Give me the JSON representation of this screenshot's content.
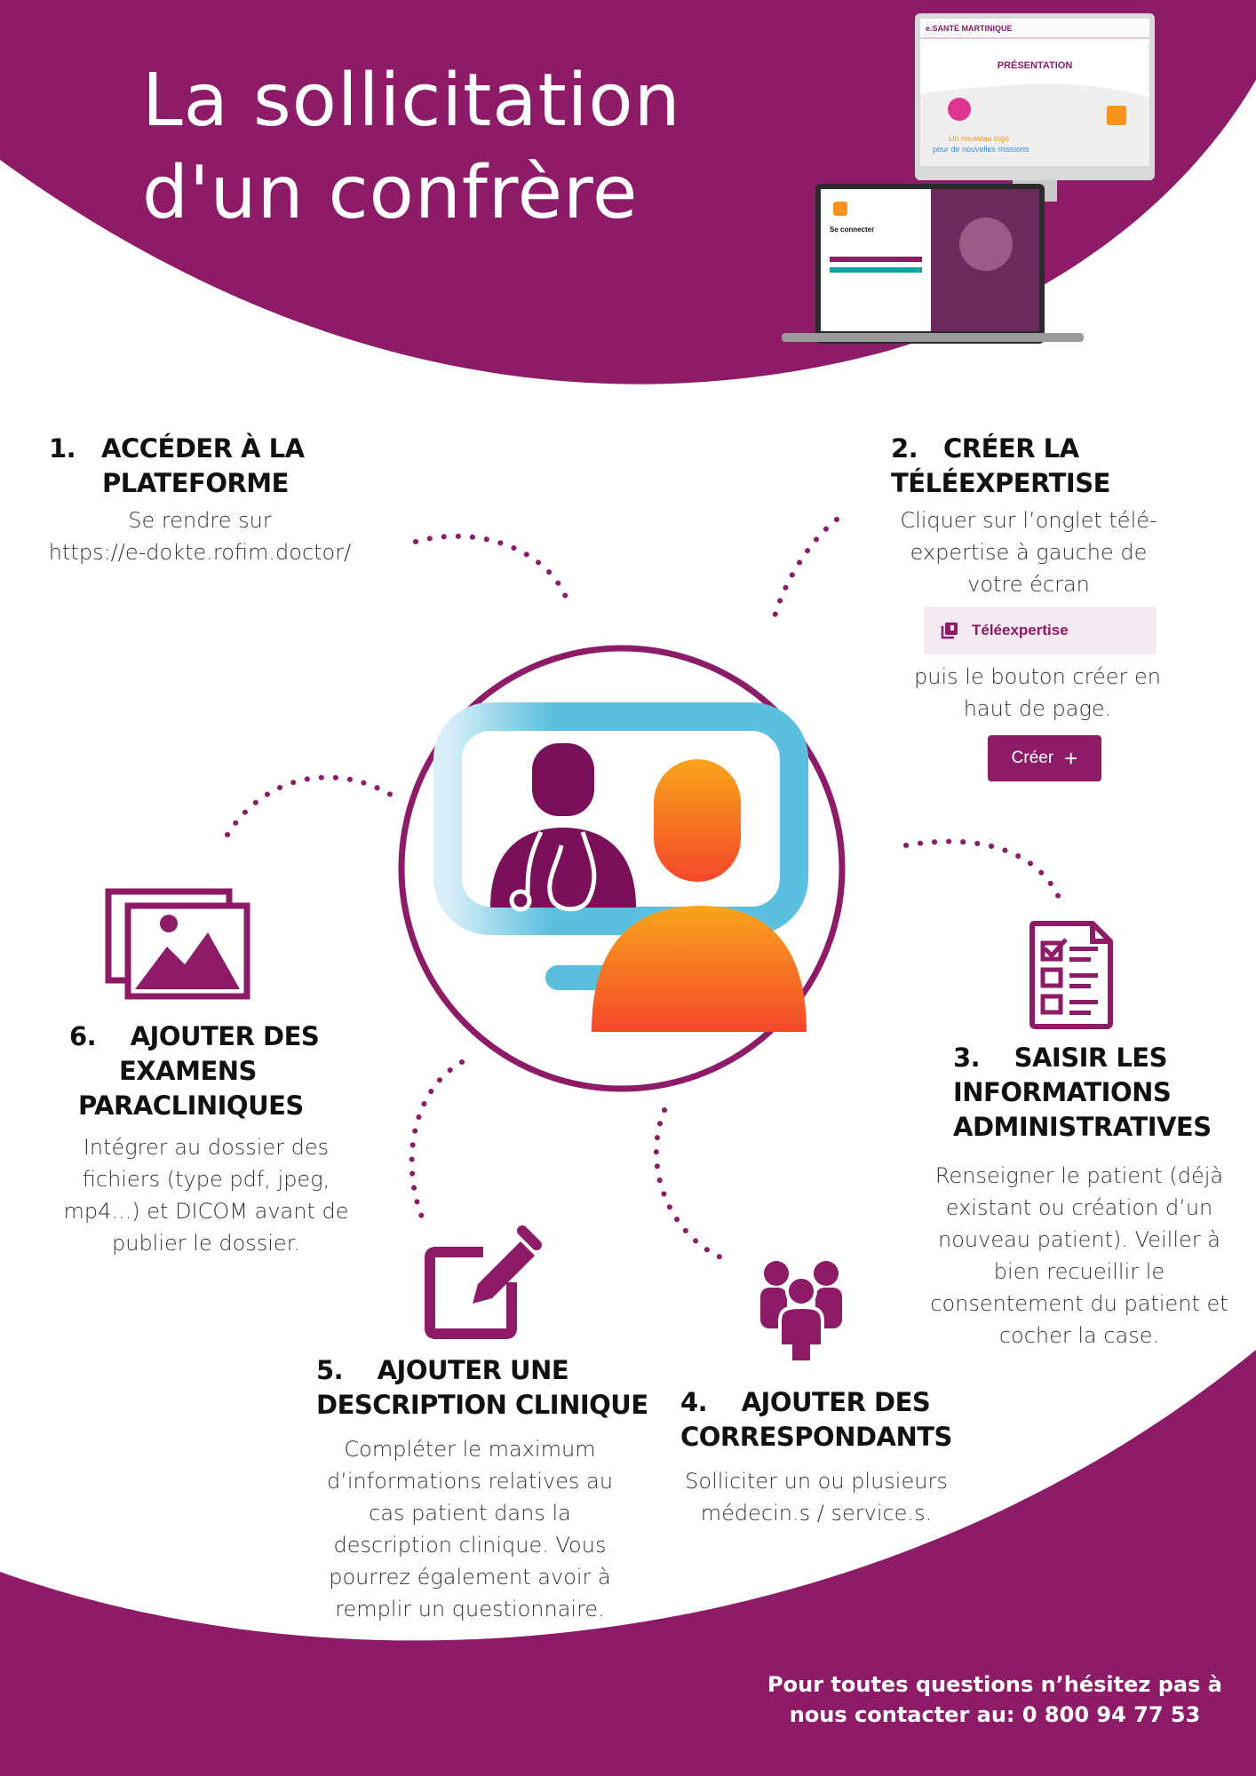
{
  "title": {
    "line1": "La sollicitation",
    "line2": "d'un confrère"
  },
  "colors": {
    "brand_purple": "#8d1b67",
    "dark_purple": "#7a0f5a",
    "orange": "#f7931e",
    "red_orange": "#f4472b",
    "light_blue": "#5bc0de",
    "white": "#ffffff"
  },
  "mockup": {
    "logo": "e.SANTÉ MARTINIQUE",
    "desktop_heading": "PRÉSENTATION",
    "desktop_tagline1": "Un nouveau logo",
    "desktop_tagline2": "pour de nouvelles missions",
    "laptop_heading": "Se connecter"
  },
  "steps": [
    {
      "num": "1.",
      "title1": "ACCÉDER À LA",
      "title2": "PLATEFORME",
      "text1": "Se rendre sur",
      "text2": "https://e-dokte.rofim.doctor/"
    },
    {
      "num": "2.",
      "title1": "CRÉER LA",
      "title2": "TÉLÉEXPERTISE",
      "text1": "Cliquer sur l’onglet télé-",
      "text2": "expertise à gauche de",
      "text3": "votre écran",
      "button_label": "Téléexpertise",
      "text4": "puis le bouton créer en",
      "text5": "haut de page.",
      "create_label": "Créer",
      "create_icon": "plus-icon"
    },
    {
      "num": "3.",
      "title1": "SAISIR LES",
      "title2": "INFORMATIONS",
      "title3": "ADMINISTRATIVES",
      "text1": "Renseigner le patient (déjà",
      "text2": "existant ou création d’un",
      "text3": "nouveau patient). Veiller à",
      "text4": "bien recueillir le",
      "text5": "consentement du patient et",
      "text6": "cocher la case.",
      "icon": "checklist-icon"
    },
    {
      "num": "4.",
      "title1": "AJOUTER DES",
      "title2": "CORRESPONDANTS",
      "text1": "Solliciter un ou plusieurs",
      "text2": "médecin.s / service.s.",
      "icon": "group-icon"
    },
    {
      "num": "5.",
      "title1": "AJOUTER UNE",
      "title2": "DESCRIPTION CLINIQUE",
      "text1": "Compléter le maximum",
      "text2": "d’informations relatives au",
      "text3": "cas patient dans la",
      "text4": "description clinique. Vous",
      "text5": "pourrez également avoir à",
      "text6": "remplir un questionnaire.",
      "icon": "edit-icon"
    },
    {
      "num": "6.",
      "title1": "AJOUTER DES",
      "title2": "EXAMENS",
      "title3": "PARACLINIQUES",
      "text1": "Intégrer au dossier des",
      "text2": "fichiers (type pdf, jpeg,",
      "text3": "mp4...) et DICOM  avant de",
      "text4": "publier le dossier.",
      "icon": "images-icon"
    }
  ],
  "footer": {
    "line1": "Pour toutes questions n’hésitez pas à",
    "line2": "nous contacter au: 0 800 94 77 53"
  }
}
